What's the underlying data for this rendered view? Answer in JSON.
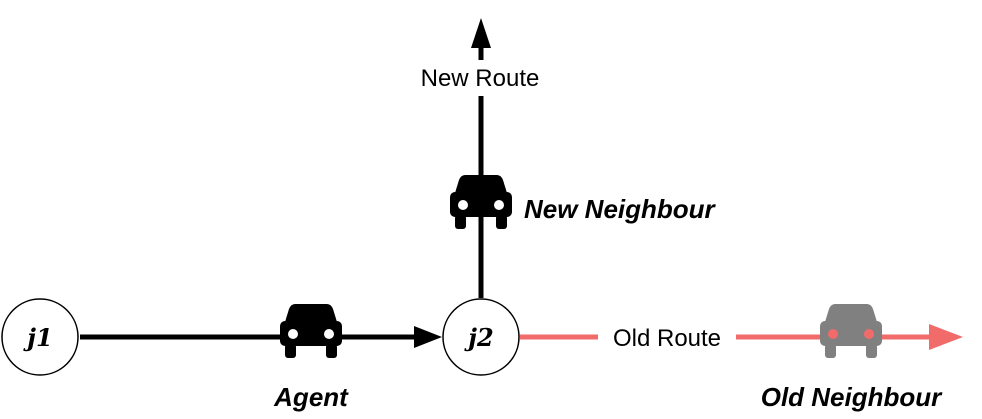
{
  "nodes": {
    "j1": "j1",
    "j2": "j2"
  },
  "routes": {
    "new_route": "New Route",
    "old_route": "Old Route"
  },
  "vehicles": {
    "agent": "Agent",
    "new_neighbour": "New Neighbour",
    "old_neighbour": "Old Neighbour"
  },
  "colors": {
    "edge": "#000000",
    "old_route": "#f26b6b",
    "agent_car": "#000000",
    "new_neighbour_car": "#000000",
    "old_neighbour_car": "#808080"
  },
  "icons": {
    "car": "car-icon"
  }
}
